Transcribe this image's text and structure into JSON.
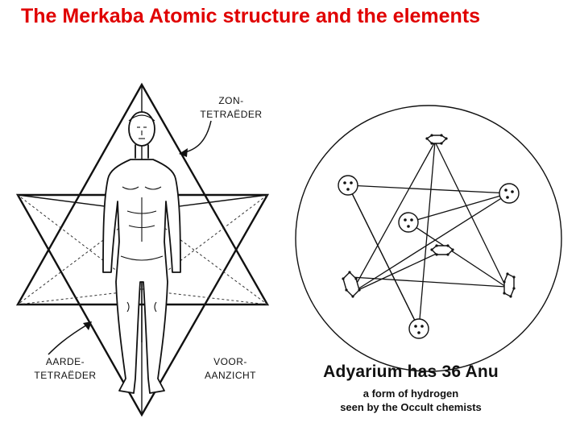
{
  "title": {
    "text": "The Merkaba Atomic structure and the elements",
    "color": "#e00000"
  },
  "left_figure": {
    "labels": {
      "sun_tetrahedron": [
        "ZON-",
        "TETRAËDER"
      ],
      "earth_tetrahedron": [
        "AARDE-",
        "TETRAËDER"
      ],
      "front_view": [
        "VOOR-",
        "AANZICHT"
      ]
    }
  },
  "right_figure": {
    "caption": "Adyarium has 36 Anu",
    "subcaption_line1": "a form of hydrogen",
    "subcaption_line2": "seen by the Occult chemists"
  }
}
